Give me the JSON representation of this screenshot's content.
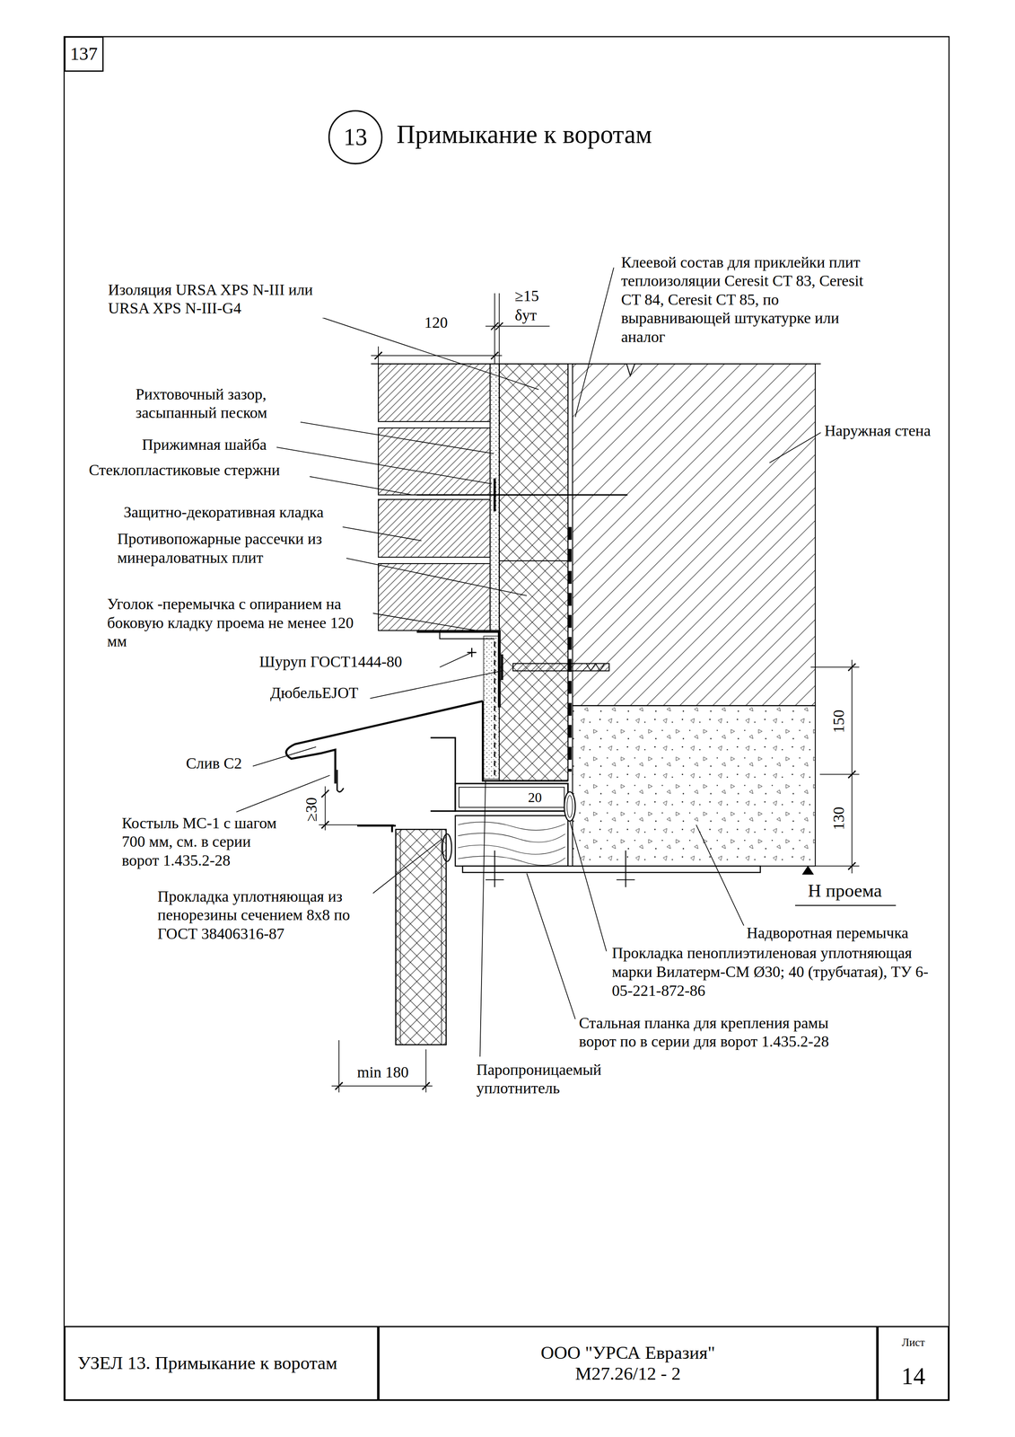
{
  "diagram": {
    "title": "Примыкание к воротам",
    "nodes": [
      {
        "text": [
          "137"
        ]
      },
      {
        "text": [
          "13"
        ]
      },
      {
        "text": [
          "УЗЕЛ 13. Примыкание к воротам"
        ]
      },
      {
        "text": [
          "ООО \"УРСА Евразия\"",
          "М27.26/12 - 2"
        ]
      },
      {
        "text": [
          "Лист",
          "14"
        ]
      }
    ],
    "labels": [
      "Изоляция URSA XPS N-III или URSA XPS N-III-G4",
      "120",
      "≥15",
      "δут",
      "Клеевой состав для приклейки плит теплоизоляции Ceresit CT 83, Ceresit CT 84, Ceresit CT 85, по выравнивающей штукатурке или аналог",
      "Рихтовочный зазор, засыпанный песком",
      "Наружная стена",
      "Прижимная шайба",
      "Стеклопластиковые стержни",
      "Защитно-декоративная кладка",
      "Противопожарные рассечки из минераловатных плит",
      "Уголок -перемычка с опиранием на боковую кладку проема не менее 120 мм",
      "Шуруп ГОСТ1444-80",
      "ДюбельEJOT",
      "150",
      "Слив С2",
      "20",
      "≥30",
      "130",
      "Костыль МС-1 с шагом 700 мм, см. в серии ворот 1.435.2-28",
      "Н проема",
      "Прокладка уплотняющая из пенорезины сечением 8х8 по ГОСТ 38406316-87",
      "Надворотная перемычка",
      "Прокладка пеноплиэтиленовая уплотняющая марки Вилатерм-СМ Ø30; 40 (трубчатая), ТУ 6-05-221-872-86",
      "Стальная планка для крепления рамы ворот по в серии для ворот 1.435.2-28",
      "min 180",
      "Паропроницаемый уплотнитель"
    ]
  }
}
